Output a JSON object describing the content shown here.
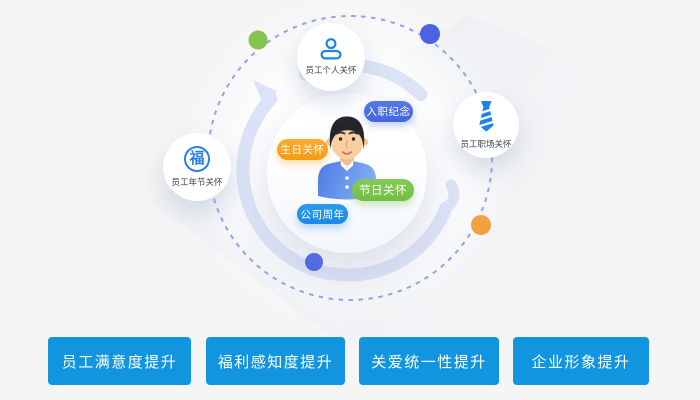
{
  "diagram": {
    "center_avatar": "smiling male employee bust, dark hair, blue shirt",
    "satellites": [
      {
        "id": "personal",
        "label": "员工个人关怀",
        "icon": "person-icon"
      },
      {
        "id": "festival",
        "label": "员工年节关怀",
        "icon": "fu-badge-icon",
        "glyph": "福"
      },
      {
        "id": "workplace",
        "label": "员工职场关怀",
        "icon": "tie-icon"
      }
    ],
    "tags": [
      {
        "id": "birthday",
        "label": "生日关怀",
        "color": "#F6A41F"
      },
      {
        "id": "onboarding",
        "label": "入职纪念",
        "color": "#4A6CE0"
      },
      {
        "id": "holiday",
        "label": "节日关怀",
        "color": "#7CC34F"
      },
      {
        "id": "anniversary",
        "label": "公司周年",
        "color": "#2193ED"
      }
    ],
    "orbit_dots": [
      {
        "position": "top-left",
        "color": "#85C250"
      },
      {
        "position": "top-right",
        "color": "#4A63E5"
      },
      {
        "position": "right",
        "color": "#F0A23E"
      },
      {
        "position": "bottom",
        "color": "#4A63E5"
      }
    ]
  },
  "benefits": [
    {
      "label": "员工满意度提升"
    },
    {
      "label": "福利感知度提升"
    },
    {
      "label": "关爱统一性提升"
    },
    {
      "label": "企业形象提升"
    }
  ],
  "colors": {
    "background": "#F5F5F6",
    "button_blue": "#1295DF",
    "dashed_orbit": "#7E95E6",
    "soft_arc": "#DDE3F6",
    "icon_blue": "#1E82E6"
  }
}
